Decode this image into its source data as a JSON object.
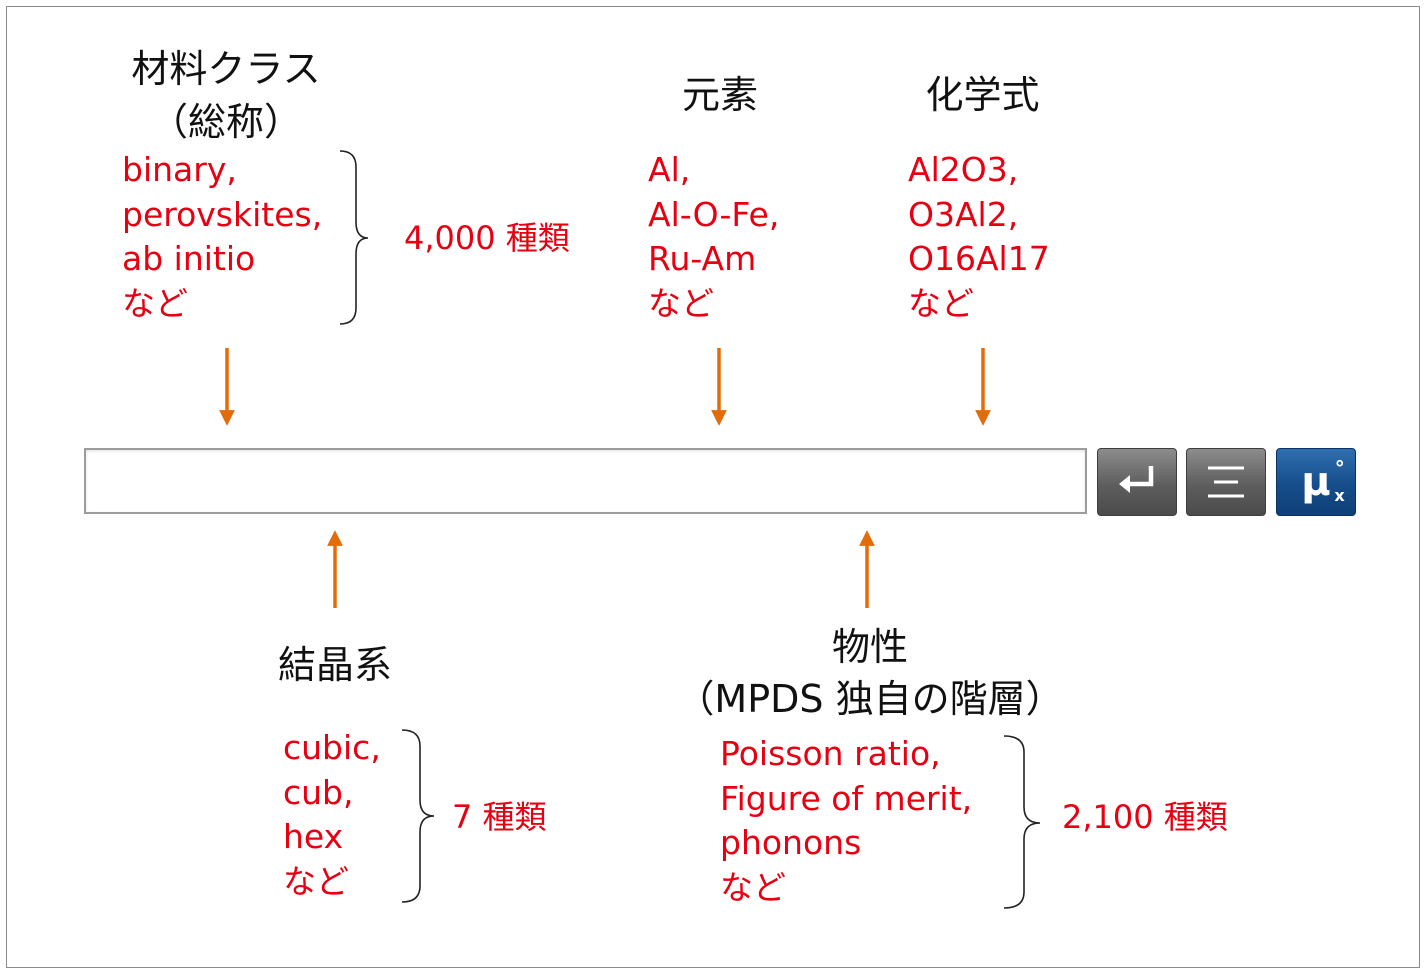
{
  "categories": {
    "material_class": {
      "title_line1": "材料クラス",
      "title_line2": "（総称）",
      "examples": [
        "binary,",
        "perovskites,",
        "ab initio",
        "など"
      ],
      "count": "4,000 種類"
    },
    "element": {
      "title": "元素",
      "examples": [
        "Al,",
        "Al-O-Fe,",
        "Ru-Am",
        "など"
      ]
    },
    "formula": {
      "title": "化学式",
      "examples": [
        "Al2O3,",
        "O3Al2,",
        "O16Al17",
        "など"
      ]
    },
    "crystal_system": {
      "title": "結晶系",
      "examples": [
        "cubic,",
        "cub,",
        "hex",
        "など"
      ],
      "count": "7 種類"
    },
    "property": {
      "title_line1": "物性",
      "title_line2": "（MPDS 独自の階層）",
      "examples": [
        "Poisson ratio,",
        "Figure of merit,",
        "phonons",
        "など"
      ],
      "count": "2,100 種類"
    }
  },
  "search": {
    "value": "",
    "placeholder": ""
  },
  "buttons": {
    "submit_icon": "return-arrow-icon",
    "menu_icon": "menu-lines-icon",
    "mpds_icon": "mu-symbol-icon",
    "mpds_glyph": "μ",
    "mpds_sup": "°",
    "mpds_sub": "x"
  },
  "colors": {
    "example_text": "#e60012",
    "arrow": "#e36c0a",
    "title_text": "#111111",
    "button_gray": "#5e5e5e",
    "button_blue": "#164d8b"
  }
}
